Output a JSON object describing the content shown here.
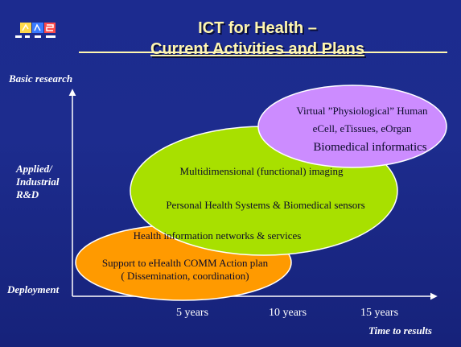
{
  "slide": {
    "title_line1": "ICT for Health –",
    "title_line2": "Current Activities and Plans",
    "colors": {
      "background": "#1c2b8f",
      "title": "#fff6b0",
      "ellipse_orange": "#ff9a00",
      "ellipse_green": "#a8e000",
      "ellipse_violet": "#cc8cff"
    }
  },
  "axes": {
    "y_labels": {
      "basic_research": "Basic research",
      "applied": "Applied/ Industrial R&D",
      "deployment": "Deployment"
    },
    "x_ticks": [
      "5 years",
      "10 years",
      "15 years"
    ],
    "x_axis_label": "Time to results"
  },
  "ellipses": {
    "orange": {
      "line1": "Support to eHealth COMM Action plan",
      "line2": "( Dissemination, coordination)"
    },
    "green": {
      "line1": "Health information networks & services",
      "line2": "Multidimensional (functional) imaging",
      "line3": "Personal Health Systems & Biomedical sensors"
    },
    "violet": {
      "line1": "Virtual ”Physiological” Human",
      "line2": "eCell, eTissues, eOrgan",
      "line3": "Biomedical informatics"
    }
  }
}
